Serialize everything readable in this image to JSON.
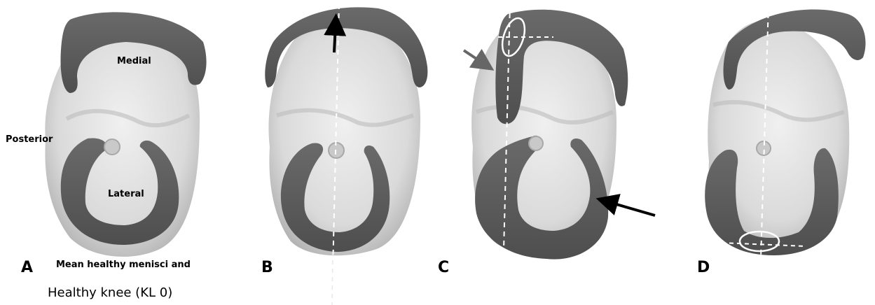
{
  "panels": {
    "a": {
      "letter": "A",
      "subtitle": "Mean healthy menisci and"
    },
    "b": {
      "letter": "B"
    },
    "c": {
      "letter": "C"
    },
    "d": {
      "letter": "D"
    }
  },
  "labels": {
    "medial": "Medial",
    "lateral": "Lateral",
    "posterior": "Posterior"
  },
  "caption": "Healthy knee (KL 0)",
  "colors": {
    "meniscus": "#5c5c5c",
    "tibia": "#dcdcdc",
    "marker": "#ffffff",
    "arrow_black": "#000000",
    "arrow_gray": "#666666"
  }
}
